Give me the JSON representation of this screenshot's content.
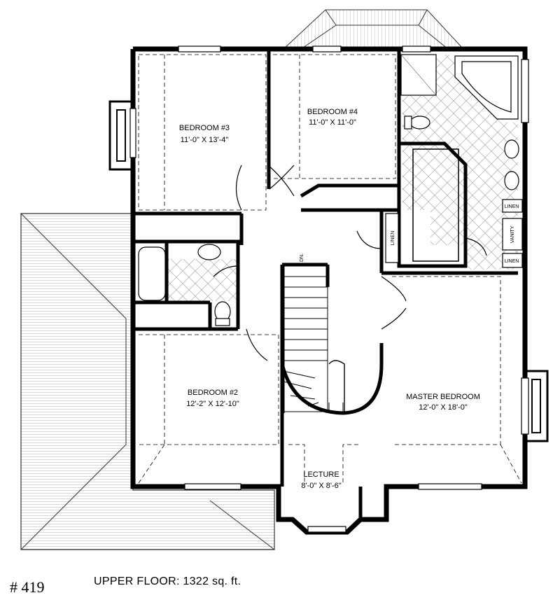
{
  "rooms": [
    {
      "key": "bedroom3",
      "name": "BEDROOM  #3",
      "size": "11'-0\"  X  13'-4\""
    },
    {
      "key": "bedroom4",
      "name": "BEDROOM  #4",
      "size": "11'-0\"  X  11'-0\""
    },
    {
      "key": "bedroom2",
      "name": "BEDROOM  #2",
      "size": "12'-2\"  X  12'-10\""
    },
    {
      "key": "master",
      "name": "MASTER BEDROOM",
      "size": "12'-0\"  X  18'-0\""
    },
    {
      "key": "lecture",
      "name": "LECTURE",
      "size": "8'-0\"  X  8'-6\""
    }
  ],
  "fixtures": {
    "linen_1": "LINEN",
    "linen_2": "LINEN",
    "linen_3": "LINEN",
    "vanity": "VANITY",
    "stair_dn": "DN."
  },
  "footer": {
    "plan_number": "# 419",
    "floor_area": "UPPER FLOOR:  1322 sq. ft."
  }
}
